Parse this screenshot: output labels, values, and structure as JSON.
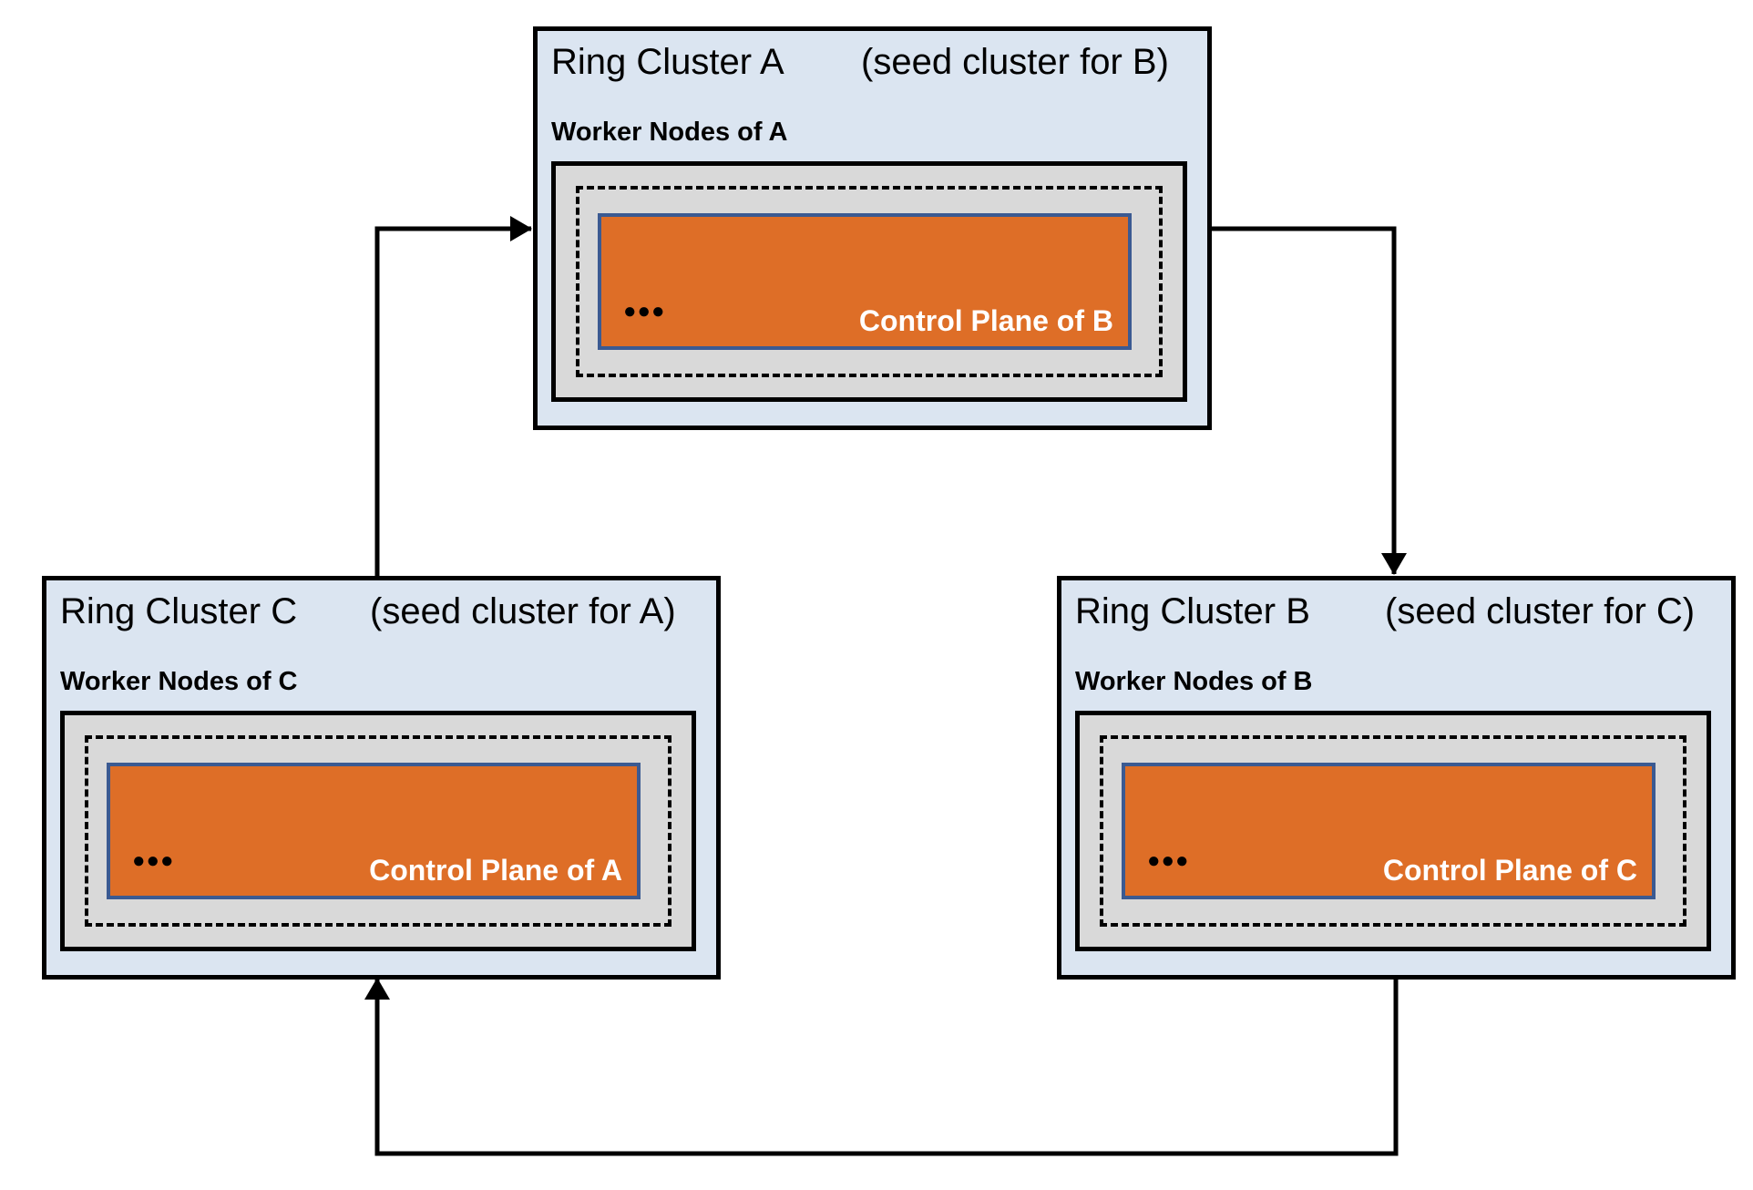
{
  "clusters": [
    {
      "id": "A",
      "title": "Ring Cluster A",
      "subtitle": "(seed cluster for B)",
      "worker_label": "Worker Nodes of A",
      "control_plane_label": "Control Plane of B",
      "dots": "●●●"
    },
    {
      "id": "C",
      "title": "Ring Cluster C",
      "subtitle": "(seed cluster for A)",
      "worker_label": "Worker Nodes of C",
      "control_plane_label": "Control Plane of A",
      "dots": "●●●"
    },
    {
      "id": "B",
      "title": "Ring Cluster B",
      "subtitle": "(seed cluster for C)",
      "worker_label": "Worker Nodes of B",
      "control_plane_label": "Control Plane of C",
      "dots": "●●●"
    }
  ],
  "arrows": [
    {
      "from": "Ring Cluster C",
      "to": "Ring Cluster A"
    },
    {
      "from": "Ring Cluster A",
      "to": "Ring Cluster B"
    },
    {
      "from": "Ring Cluster B",
      "to": "Ring Cluster C"
    }
  ],
  "colors": {
    "cluster_fill": "#dbe5f1",
    "cluster_border": "#000000",
    "worker_fill": "#d9d9d9",
    "control_plane_fill": "#de6e27",
    "control_plane_border": "#3b5a92",
    "control_plane_text": "#ffffff",
    "arrow": "#000000",
    "text": "#000000"
  }
}
